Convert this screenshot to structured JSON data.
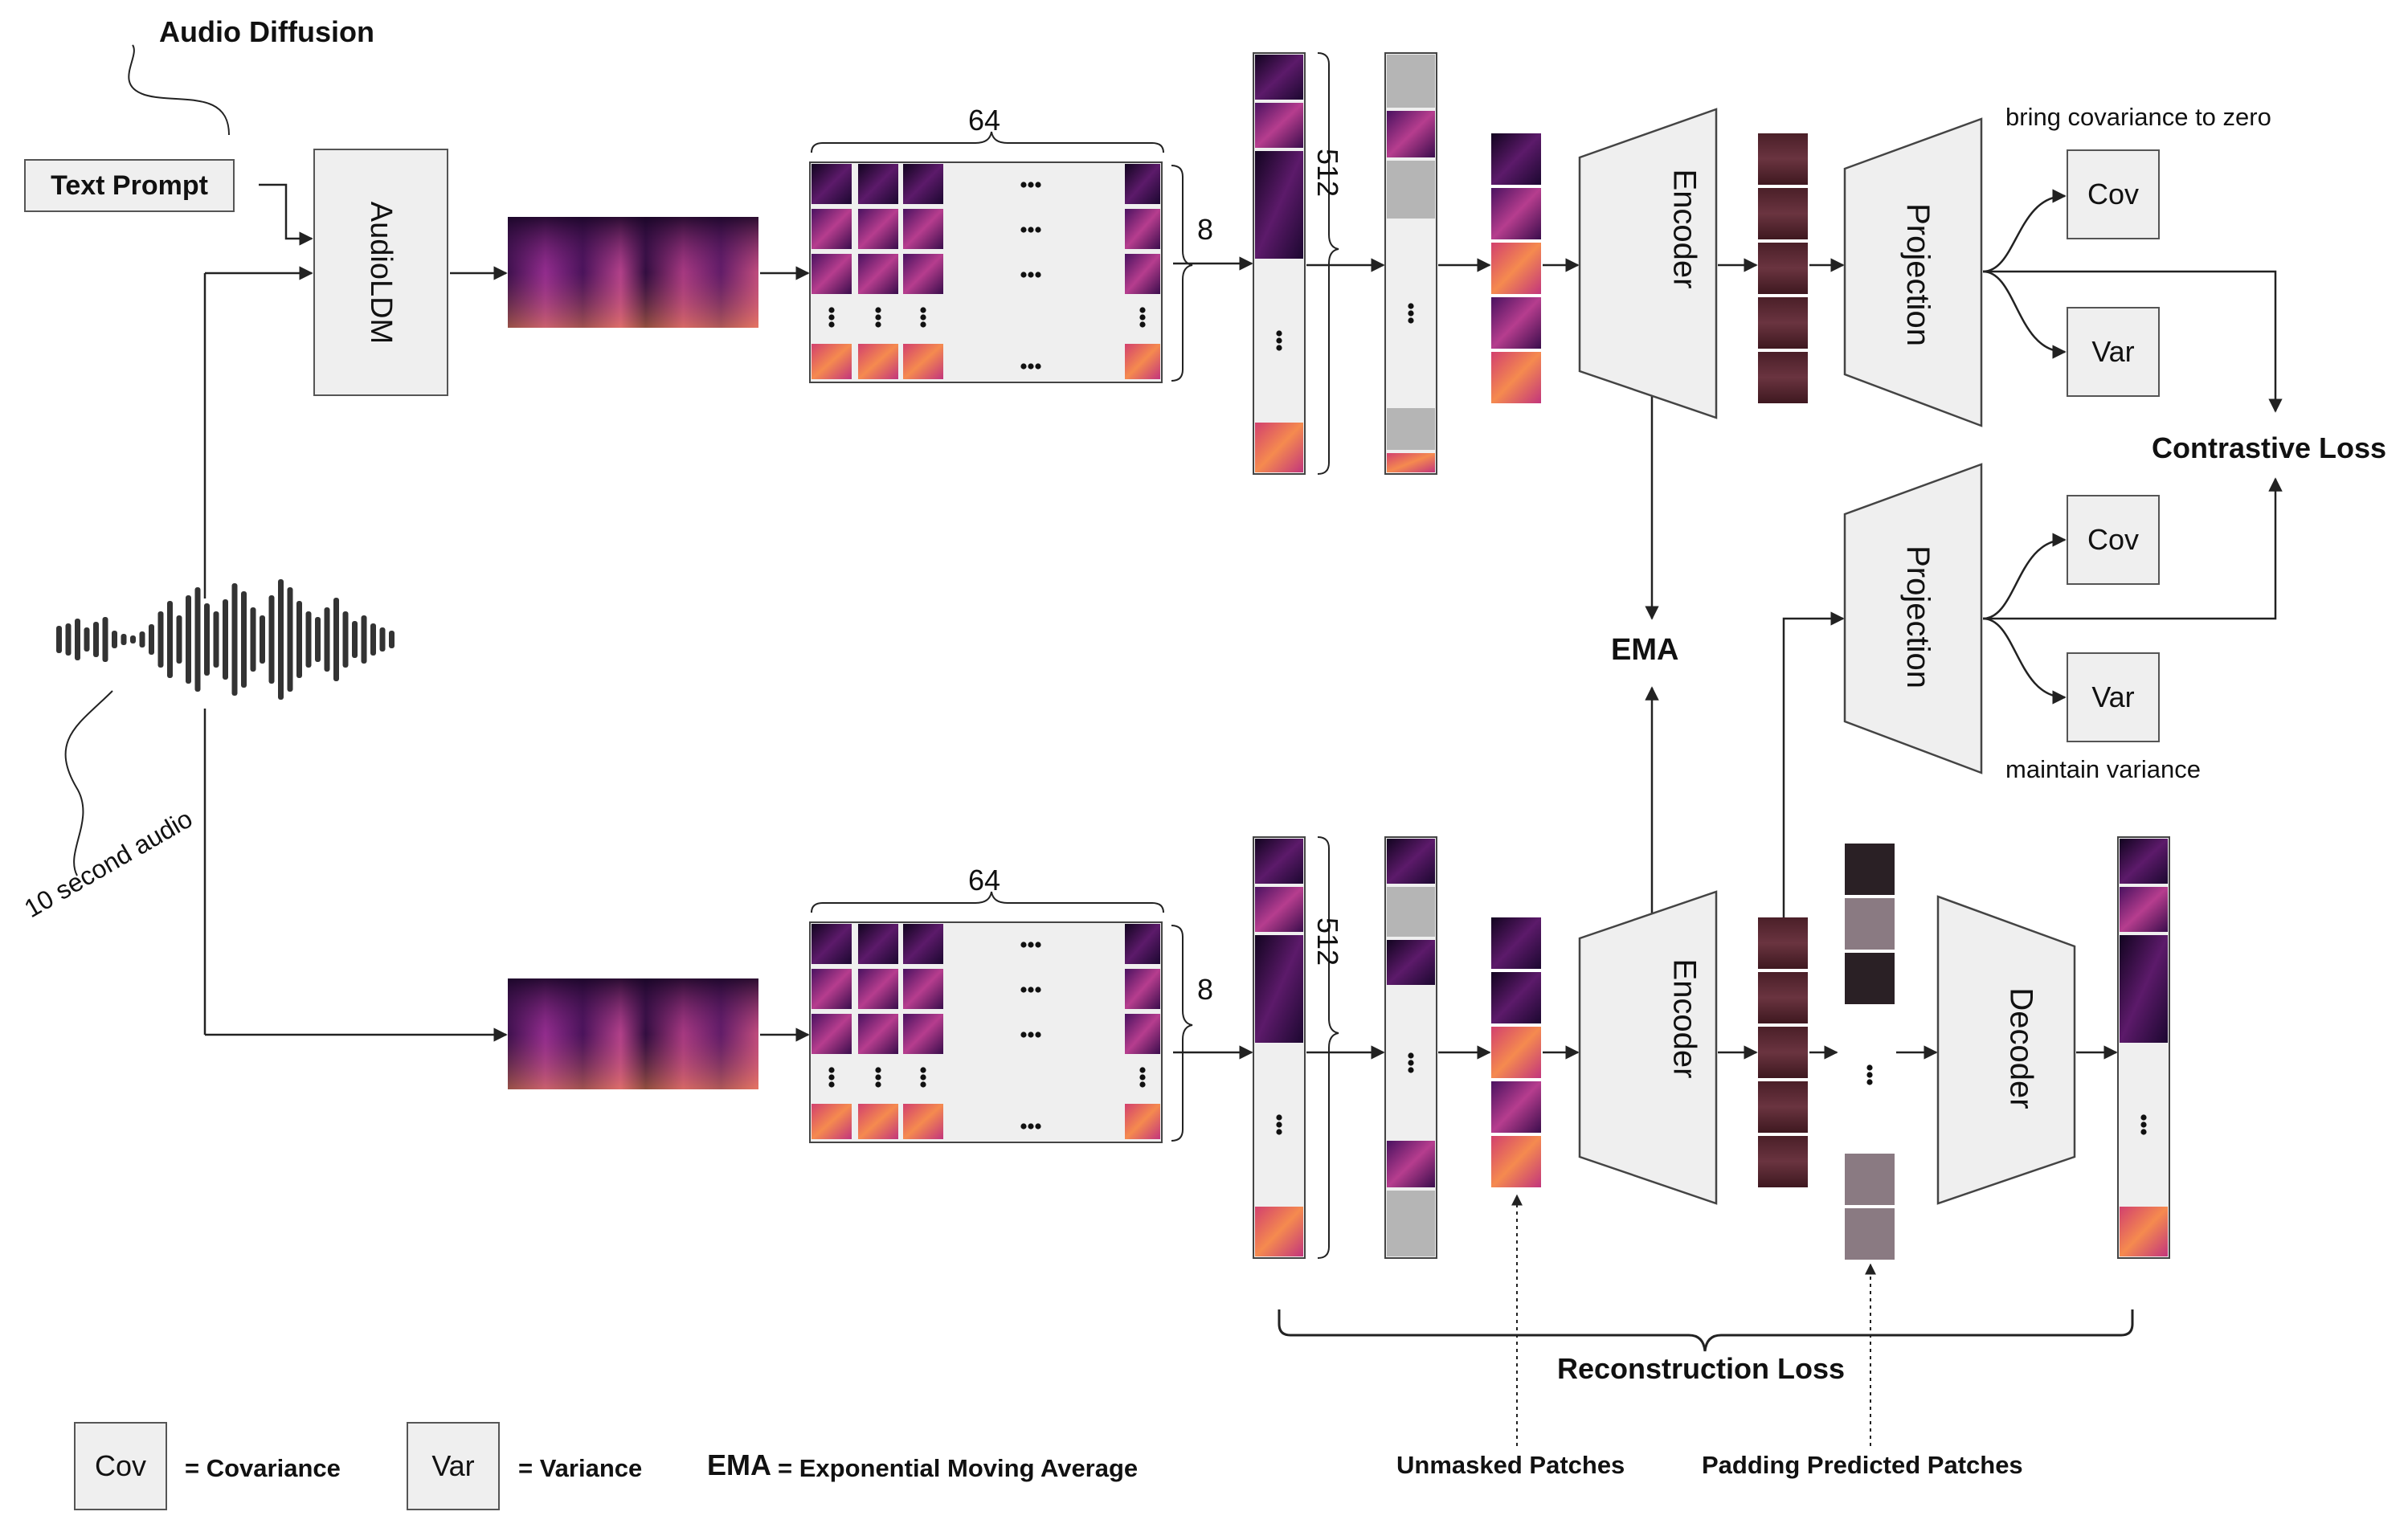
{
  "title": "Audio Diffusion",
  "input": {
    "text_prompt": "Text Prompt",
    "audio_label": "10 second audio",
    "generator": "AudioLDM"
  },
  "patch_grid": {
    "width_count": "64",
    "height_count": "8",
    "sequence_length": "512",
    "ellipsis": "..."
  },
  "modules": {
    "encoder": "Encoder",
    "projection": "Projection",
    "decoder": "Decoder",
    "ema": "EMA"
  },
  "regularizers": {
    "cov": "Cov",
    "var": "Var",
    "bring_cov": "bring covariance to zero",
    "maintain_var": "maintain variance"
  },
  "losses": {
    "contrastive": "Contrastive Loss",
    "reconstruction": "Reconstruction Loss"
  },
  "patch_notes": {
    "unmasked": "Unmasked Patches",
    "padding": "Padding Predicted Patches"
  },
  "legend": {
    "cov_box": "Cov",
    "cov_eq": "= Covariance",
    "var_box": "Var",
    "var_eq": "= Variance",
    "ema_key": "EMA",
    "ema_eq": "= Exponential Moving Average"
  },
  "colors": {
    "spectrogram_dark": "#1a0628",
    "spectrogram_mid": "#8a2a8c",
    "spectrogram_hot": "#f47c4a",
    "latent_patch": "#5a2a30",
    "module_fill": "#efefef",
    "mask_gray": "#b5b5b5"
  }
}
